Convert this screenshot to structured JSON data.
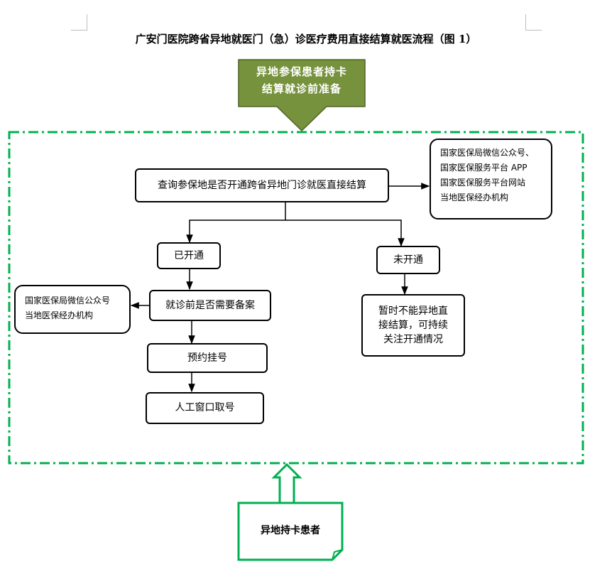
{
  "title": "广安门医院跨省异地就医门（急）诊医疗费用直接结算就医流程（图 1）",
  "start_step": {
    "lines": [
      "异地参保患者持卡",
      "结算就诊前准备"
    ]
  },
  "query_box": "查询参保地是否开通跨省异地门诊就医直接结算",
  "query_sources": [
    "国家医保局微信公众号、",
    "国家医保服务平台 APP",
    "国家医保服务平台网站",
    "当地医保经办机构"
  ],
  "opened": "已开通",
  "not_opened": "未开通",
  "filing_question": "就诊前是否需要备案",
  "filing_sources": [
    "国家医保局微信公众号",
    "当地医保经办机构"
  ],
  "appointment": "预约挂号",
  "window_ticket": "人工窗口取号",
  "not_available": {
    "lines": [
      "暂时不能异地直",
      "接结算，可持续",
      "关注开通情况"
    ]
  },
  "patient": "异地持卡患者",
  "colors": {
    "olive": "#76923c",
    "green": "#00b050",
    "dark_green": "#4f6228"
  }
}
